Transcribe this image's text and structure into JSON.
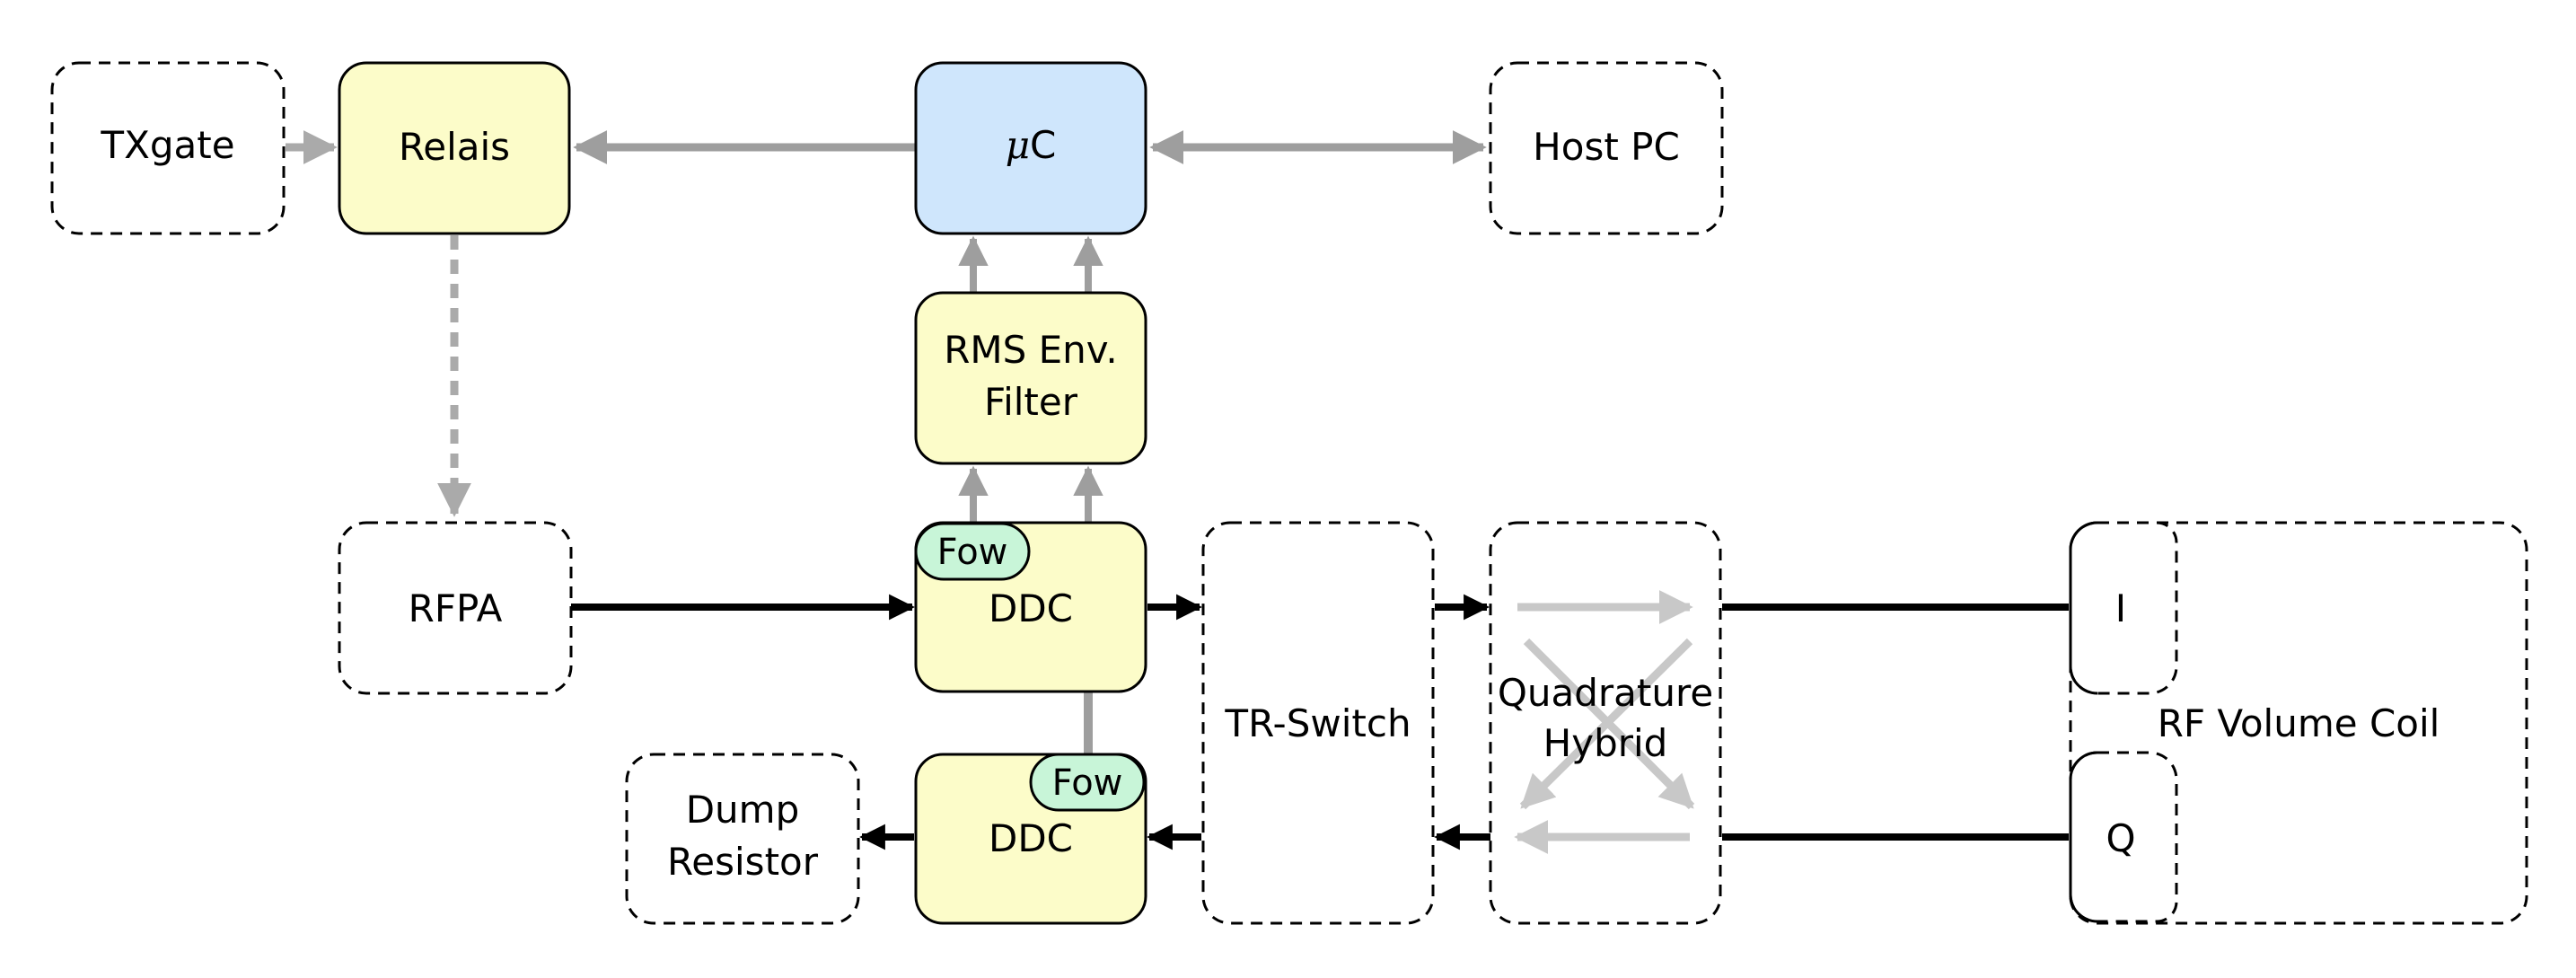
{
  "blocks": {
    "txgate": "TXgate",
    "relais": "Relais",
    "uc_mu": "μ",
    "uc_c": "C",
    "host_pc": "Host PC",
    "rms_line1": "RMS Env.",
    "rms_line2": "Filter",
    "rfpa": "RFPA",
    "ddc_top": "DDC",
    "ddc_bottom": "DDC",
    "fow_top": "Fow",
    "fow_bottom": "Fow",
    "tr_switch": "TR-Switch",
    "quad_line1": "Quadrature",
    "quad_line2": "Hybrid",
    "coil": "RF Volume Coil",
    "coil_i": "I",
    "coil_q": "Q",
    "dump_line1": "Dump",
    "dump_line2": "Resistor"
  },
  "colors": {
    "yellow": "#fcfcc9",
    "blue": "#cfe6fc",
    "green": "#c8f5d8",
    "gray_arrow": "#9e9e9e",
    "light_gray": "#c8c8c8",
    "black": "#000000"
  }
}
